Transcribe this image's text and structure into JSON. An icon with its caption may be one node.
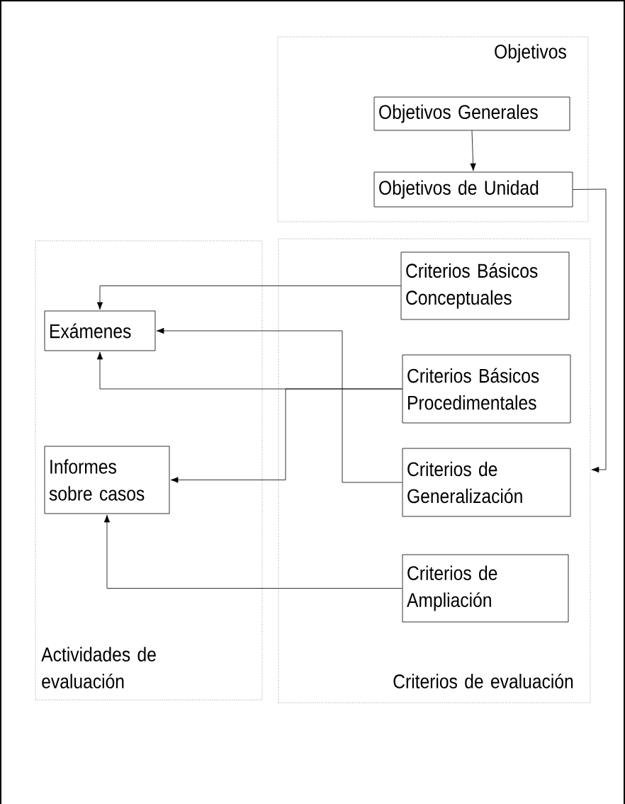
{
  "diagram": {
    "nodes": [
      {
        "text": [
          "Objetivos"
        ]
      },
      {
        "text": [
          "Objetivos Generales"
        ],
        "in": 0
      },
      {
        "text": [
          "Objetivos de Unidad"
        ],
        "in": 0
      },
      {
        "text": [
          "Actividades de evaluación"
        ]
      },
      {
        "text": [
          "Exámenes"
        ],
        "in": 3
      },
      {
        "text": [
          "Informes sobre casos"
        ],
        "in": 3
      },
      {
        "text": [
          "Criterios de evaluación"
        ]
      },
      {
        "text": [
          "Criterios Básicos Conceptuales"
        ],
        "in": 6
      },
      {
        "text": [
          "Criterios Básicos Procedimentales"
        ],
        "in": 6
      },
      {
        "text": [
          "Criterios de Generalización"
        ],
        "in": 6
      },
      {
        "text": [
          "Criterios de Ampliación"
        ],
        "in": 6
      }
    ],
    "edges": [
      {
        "from": 1,
        "to": 2,
        "arrow": "to"
      },
      {
        "from": 2,
        "to": 6,
        "arrow": "to"
      },
      {
        "from": 7,
        "to": 4,
        "arrow": "to"
      },
      {
        "from": 9,
        "to": 4,
        "arrow": "to"
      },
      {
        "from": 8,
        "to": 4,
        "arrow": "to"
      },
      {
        "from": 8,
        "to": 5,
        "arrow": "to"
      },
      {
        "from": 10,
        "to": 5,
        "arrow": "to"
      }
    ]
  }
}
